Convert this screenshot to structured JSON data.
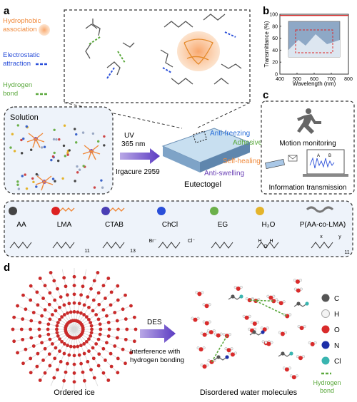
{
  "panels": {
    "a": "a",
    "b": "b",
    "c": "c",
    "d": "d"
  },
  "legend_a": {
    "hydrophobic": [
      "Hydrophobic",
      "association"
    ],
    "electrostatic": [
      "Electrostatic",
      "attraction"
    ],
    "hydrogen": [
      "Hydrogen",
      "bond"
    ]
  },
  "solution": {
    "label": "Solution"
  },
  "process": {
    "uv": "UV",
    "wavelength": "365 nm",
    "initiator": "Irgacure 2959"
  },
  "product": {
    "name": "Eutectogel"
  },
  "properties": [
    "Anti-freezing",
    "Adhesive",
    "Self-healing",
    "Anti-swelling"
  ],
  "chart_data": {
    "type": "line",
    "title": "",
    "xlabel": "Wavelength (nm)",
    "ylabel": "Transmittance (%)",
    "xlim": [
      400,
      800
    ],
    "ylim": [
      0,
      100
    ],
    "xticks": [
      400,
      500,
      600,
      700,
      800
    ],
    "yticks": [
      0,
      20,
      40,
      60,
      80,
      100
    ],
    "series": [
      {
        "x": [
          400,
          500,
          600,
          700,
          800
        ],
        "y": [
          98,
          98,
          98,
          98,
          98
        ]
      }
    ]
  },
  "applications": {
    "motion": "Motion monitoring",
    "info": "Information transmission",
    "screen_letters": [
      "A",
      "B"
    ]
  },
  "components": [
    {
      "name": "AA",
      "formula": ""
    },
    {
      "name": "LMA",
      "formula": ""
    },
    {
      "name": "CTAB",
      "formula": ""
    },
    {
      "name": "ChCl",
      "formula": ""
    },
    {
      "name": "EG",
      "formula": ""
    },
    {
      "name": "H₂O",
      "formula": ""
    },
    {
      "name": "P(AA-co-LMA)",
      "formula": ""
    }
  ],
  "formula_labels": {
    "lma_sub": "11",
    "ctab_sub": "13",
    "ctab_ion": "Br⁻",
    "chcl_ion": "Cl⁻",
    "water_h1": "H",
    "water_o": "O",
    "water_h2": "H",
    "polymer_x": "x",
    "polymer_y": "y",
    "polymer_n": "11"
  },
  "panel_d": {
    "arrow_label": "DES",
    "arrow_sub": [
      "Interference with",
      "hydrogen bonding"
    ],
    "left_caption": "Ordered ice",
    "right_caption": "Disordered water molecules",
    "atom_legend": [
      "C",
      "H",
      "O",
      "N",
      "Cl"
    ],
    "hbond_label": [
      "Hydrogen",
      "bond"
    ]
  },
  "colors": {
    "orange": "#f5a35c",
    "blue": "#2a4fd9",
    "green": "#5aa83c",
    "purple": "#6a3fb5",
    "dashed_border": "#333333",
    "panel_bg": "#eef3fa"
  }
}
